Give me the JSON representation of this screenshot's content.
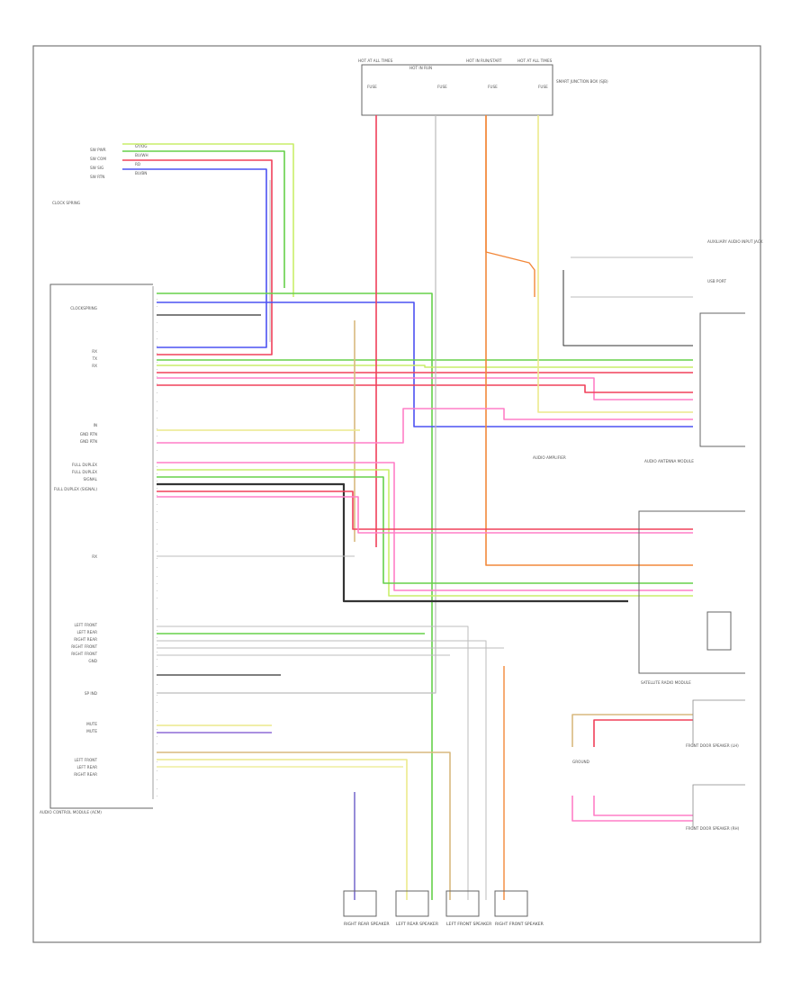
{
  "diagram": {
    "frame_label": "AUDIO CONTROL MODULE (ACM)",
    "footer_code": "",
    "top_right_note": "",
    "fuse_box": {
      "headers": [
        "HOT AT ALL TIMES",
        "HOT IN RUN",
        "HOT IN RUN/START",
        "HOT AT ALL TIMES"
      ],
      "fuses": [
        "FUSE",
        "FUSE",
        "FUSE",
        "FUSE"
      ],
      "note": "SMART JUNCTION BOX (SJB)"
    },
    "steering_wheel_controls": {
      "label": "CLOCK SPRING",
      "pins": [
        "SW PWR",
        "SW COM",
        "SW SIG",
        "SW RTN"
      ],
      "wire_colors": [
        "GY/OG",
        "BU/WH",
        "RD",
        "BU/BN"
      ]
    },
    "acm_labels": [
      "",
      "CLOCKSPRING",
      "",
      "",
      "RX",
      "TX",
      "RX",
      "",
      "IN",
      "GND RTN",
      "GND RTN",
      "",
      "FULL DUPLEX",
      "FULL DUPLEX",
      "SIGNAL",
      "FULL DUPLEX (SIGNAL)",
      "",
      "",
      "RX",
      "",
      "LEFT FRONT",
      "LEFT REAR",
      "RIGHT REAR",
      "RIGHT FRONT",
      "RIGHT FRONT",
      "GND",
      "SP IND",
      "",
      "MUTE",
      "MUTE",
      "",
      "LEFT FRONT",
      "LEFT REAR",
      "RIGHT REAR"
    ],
    "right_components": {
      "antenna_module": "AUDIO ANTENNA MODULE",
      "sat_radio": "SATELLITE RADIO MODULE",
      "aux_jack": "AUXILIARY AUDIO INPUT JACK",
      "usb_port": "USB PORT",
      "speaker_amp": "AUDIO AMPLIFIER",
      "door_ground": "GROUND",
      "front_door_left": "FRONT DOOR SPEAKER (LH)",
      "front_door_right": "FRONT DOOR SPEAKER (RH)"
    },
    "speakers": [
      {
        "label": "RIGHT REAR SPEAKER"
      },
      {
        "label": "LEFT REAR SPEAKER"
      },
      {
        "label": "LEFT FRONT SPEAKER"
      },
      {
        "label": "RIGHT FRONT SPEAKER"
      }
    ],
    "colors": {
      "green": "#66d04a",
      "yellowgreen": "#c9ee6a",
      "blue": "#4c52f2",
      "red": "#f0405a",
      "pink": "#ff7fc7",
      "orange": "#f2883a",
      "yellow": "#ece98c",
      "black": "#333333",
      "grey": "#bcbcbc",
      "tan": "#d9b97e",
      "purple": "#7b6fcf",
      "violet": "#8d6bd6"
    }
  }
}
